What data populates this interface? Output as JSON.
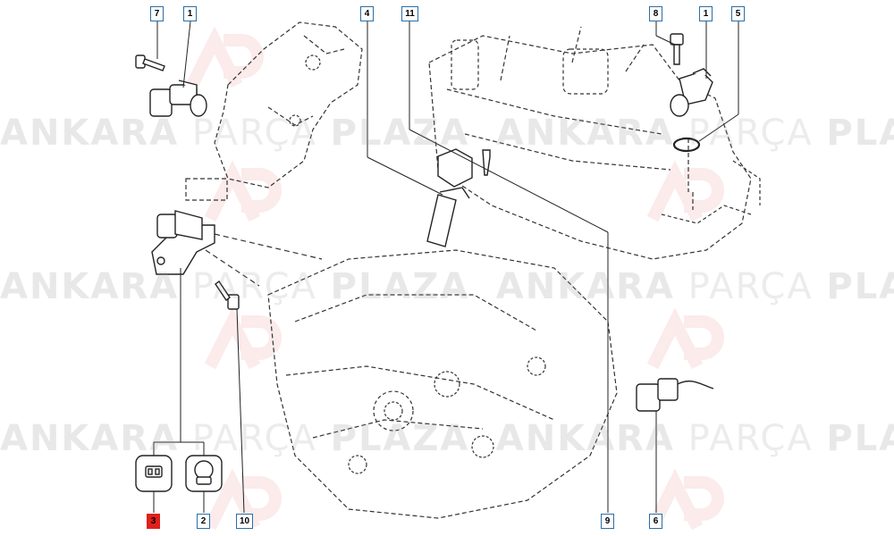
{
  "watermark": {
    "row1": [
      "ANKARA",
      "PARÇA",
      "PLAZA",
      "ANKARA",
      "PARÇA",
      "PLAZA"
    ],
    "row2": [
      "ANKARA",
      "PARÇA",
      "PLAZA",
      "ANKARA",
      "PARÇA",
      "PLAZA"
    ],
    "row3": [
      "ANKARA",
      "PARÇA",
      "PLAZA",
      "ANKARA",
      "PARÇA",
      "PLAZA"
    ]
  },
  "callouts": [
    {
      "id": "c7",
      "label": "7"
    },
    {
      "id": "c1a",
      "label": "1"
    },
    {
      "id": "c4",
      "label": "4"
    },
    {
      "id": "c11",
      "label": "11"
    },
    {
      "id": "c8",
      "label": "8"
    },
    {
      "id": "c1b",
      "label": "1"
    },
    {
      "id": "c5",
      "label": "5"
    },
    {
      "id": "c3",
      "label": "3",
      "active": true
    },
    {
      "id": "c2",
      "label": "2"
    },
    {
      "id": "c10",
      "label": "10"
    },
    {
      "id": "c9",
      "label": "9"
    },
    {
      "id": "c6",
      "label": "6"
    }
  ],
  "colors": {
    "callout_border": "#2a6ea8",
    "callout_active": "#e0201c",
    "line": "#333333",
    "watermark": "#b0b0b0"
  }
}
